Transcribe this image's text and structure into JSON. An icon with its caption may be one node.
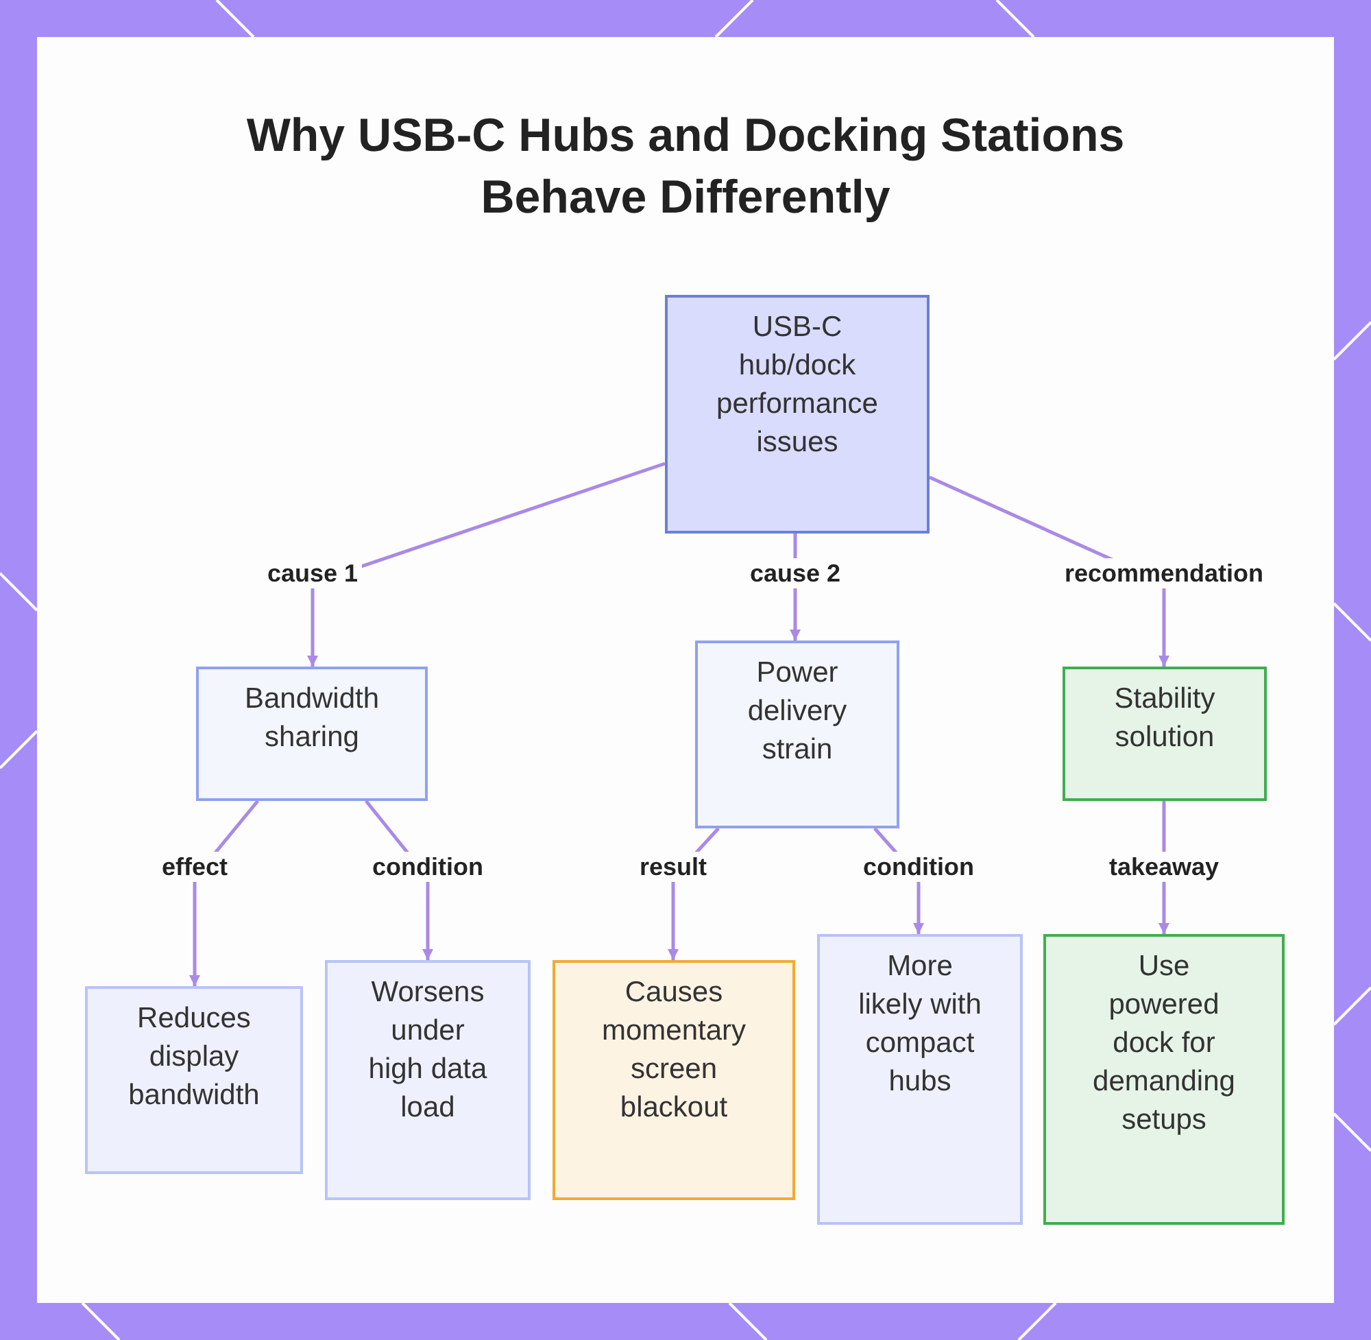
{
  "diagram": {
    "title": "Why USB-C Hubs and Docking Stations Behave Differently",
    "nodes": [
      {
        "text": [
          "USB-C hub/dock performance issues"
        ]
      },
      {
        "text": [
          "Bandwidth sharing"
        ]
      },
      {
        "text": [
          "Power delivery strain"
        ]
      },
      {
        "text": [
          "Stability solution"
        ]
      },
      {
        "text": [
          "Reduces display bandwidth"
        ]
      },
      {
        "text": [
          "Worsens under high data load"
        ]
      },
      {
        "text": [
          "Causes momentary screen blackout"
        ]
      },
      {
        "text": [
          "More likely with compact hubs"
        ]
      },
      {
        "text": [
          "Use powered dock for demanding setups"
        ]
      }
    ],
    "edges": [
      {
        "from": 0,
        "to": 1,
        "arrow": "to",
        "label": "cause 1"
      },
      {
        "from": 0,
        "to": 2,
        "arrow": "to",
        "label": "cause 2"
      },
      {
        "from": 0,
        "to": 3,
        "arrow": "to",
        "label": "recommendation"
      },
      {
        "from": 1,
        "to": 4,
        "arrow": "to",
        "label": "effect"
      },
      {
        "from": 1,
        "to": 5,
        "arrow": "to",
        "label": "condition"
      },
      {
        "from": 2,
        "to": 6,
        "arrow": "to",
        "label": "result"
      },
      {
        "from": 2,
        "to": 7,
        "arrow": "to",
        "label": "condition"
      },
      {
        "from": 3,
        "to": 8,
        "arrow": "to",
        "label": "takeaway"
      }
    ]
  }
}
